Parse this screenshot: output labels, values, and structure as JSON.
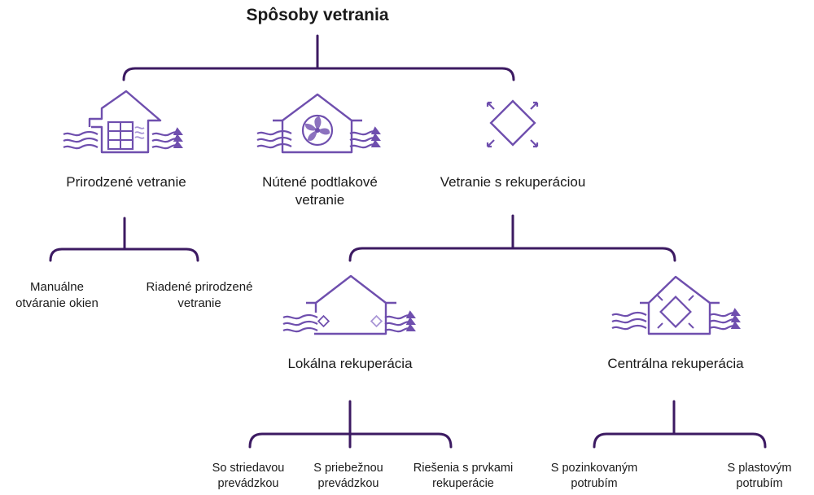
{
  "title": "Spôsoby vetrania",
  "colors": {
    "tree_line": "#3c1a62",
    "icon": "#6f4fae",
    "icon_light": "#a996d6"
  },
  "icons": {
    "natural": "house-window-airflow-icon",
    "forced": "house-fan-airflow-icon",
    "recovery": "heat-exchanger-icon",
    "local": "house-local-recovery-icon",
    "central": "house-central-recovery-icon"
  },
  "level1": {
    "natural": "Prirodzené vetranie",
    "forced": "Nútené podtlakové\nvetranie",
    "recovery": "Vetranie s rekuperáciou"
  },
  "natural_children": {
    "manual": "Manuálne\notváranie okien",
    "controlled": "Riadené prirodzené\nvetranie"
  },
  "recovery_children": {
    "local": "Lokálna rekuperácia",
    "central": "Centrálna rekuperácia"
  },
  "local_children": {
    "alternating": "So striedavou\nprevádzkou",
    "continuous": "S priebežnou\nprevádzkou",
    "elements": "Riešenia s prvkami\nrekuperácie"
  },
  "central_children": {
    "galvanized": "S pozinkovaným\npotrubím",
    "plastic": "S plastovým\npotrubím"
  }
}
